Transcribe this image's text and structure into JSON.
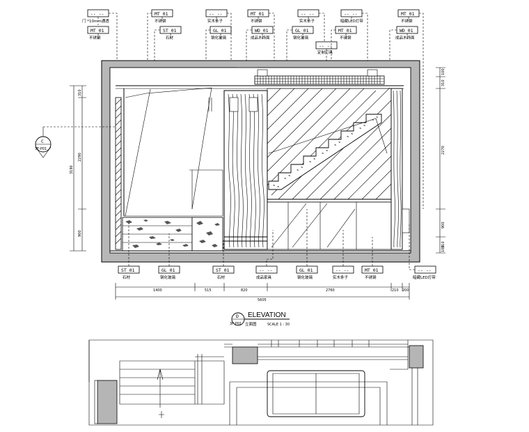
{
  "top_tags": [
    {
      "code": "--  --",
      "note": "门 *10mm通透"
    },
    {
      "code": "MT  01",
      "note": "不锈钢"
    },
    {
      "code": "--  --",
      "note": "实木条子"
    },
    {
      "code": "MT  01",
      "note": "不锈钢"
    },
    {
      "code": "--  --",
      "note": "实木条子"
    },
    {
      "code": "--  --",
      "note": "暗藏LED灯带"
    },
    {
      "code": "MT  01",
      "note": "不锈钢"
    }
  ],
  "second_tags": [
    {
      "code": "MT  01",
      "note": "不锈钢"
    },
    {
      "code": "ST  01",
      "note": "石材"
    },
    {
      "code": "GL  01",
      "note": "钢化玻璃"
    },
    {
      "code": "WD  01",
      "note": "成品木饰面"
    },
    {
      "code": "GL  01",
      "note": "钢化玻璃"
    },
    {
      "code": "MT  01",
      "note": "不锈钢"
    },
    {
      "code": "WD  01",
      "note": "成品木饰面"
    }
  ],
  "third_tag": {
    "code": "--  --",
    "note": "定制灯具"
  },
  "bottom_tags": [
    {
      "code": "ST  01",
      "note": "石材"
    },
    {
      "code": "GL  01",
      "note": "钢化玻璃"
    },
    {
      "code": "ST  01",
      "note": "石材"
    },
    {
      "code": "--  --",
      "note": "成品家具"
    },
    {
      "code": "GL  01",
      "note": "钢化玻璃"
    },
    {
      "code": "--  --",
      "note": "实木条子"
    },
    {
      "code": "MT  01",
      "note": "不锈钢"
    },
    {
      "code": "--  --",
      "note": "暗藏LED灯带"
    }
  ],
  "bottom_dims": [
    "1400",
    "515",
    "820",
    "2760",
    "210",
    "200"
  ],
  "total_dim": "5605",
  "left_dims": [
    "3190",
    "2290",
    "900",
    "310"
  ],
  "right_dims": [
    "100",
    "310",
    "2270",
    "900",
    "310",
    "100"
  ],
  "section_marker": {
    "letter": "C",
    "ref": "3F-P01"
  },
  "elevation_marker": {
    "letter": "D",
    "ref": "3F-P01"
  },
  "title": {
    "label": "ELEVATION",
    "sub": "立面图",
    "scale": "SCALE  1 : 30"
  }
}
